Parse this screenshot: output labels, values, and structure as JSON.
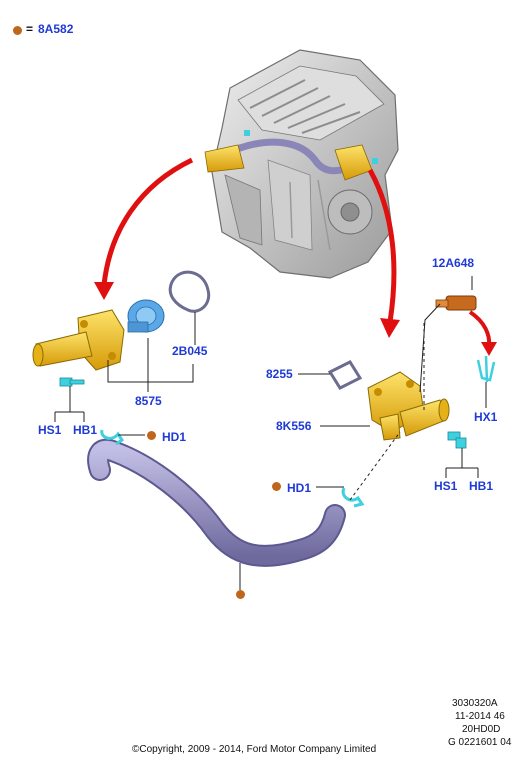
{
  "legend": {
    "symbol_color": "#c0661c",
    "equals": "=",
    "code": "8A582"
  },
  "labels": {
    "p12A648": "12A648",
    "p2B045": "2B045",
    "p8575": "8575",
    "p8255": "8255",
    "p8K556": "8K556",
    "hs1_left": "HS1",
    "hb1_left": "HB1",
    "hd1_upper": "HD1",
    "hx1": "HX1",
    "hd1_lower": "HD1",
    "hs1_right": "HS1",
    "hb1_right": "HB1"
  },
  "footer": {
    "code1": "3030320A",
    "code2": "11-2014 46",
    "code3": "20HD0D",
    "code4": "G 0221601 04",
    "copyright": "©Copyright, 2009 - 2014, Ford Motor Company Limited"
  },
  "colors": {
    "label_blue": "#1f3ad6",
    "arrow_red": "#e01010",
    "part_yellow": "#f2c21a",
    "hose_purple": "#8a86b8",
    "thermostat_blue": "#5aa8e8",
    "clip_cyan": "#3fd0e0",
    "sensor_orange": "#c86a1e",
    "engine_gray": "#c8c8c8"
  }
}
